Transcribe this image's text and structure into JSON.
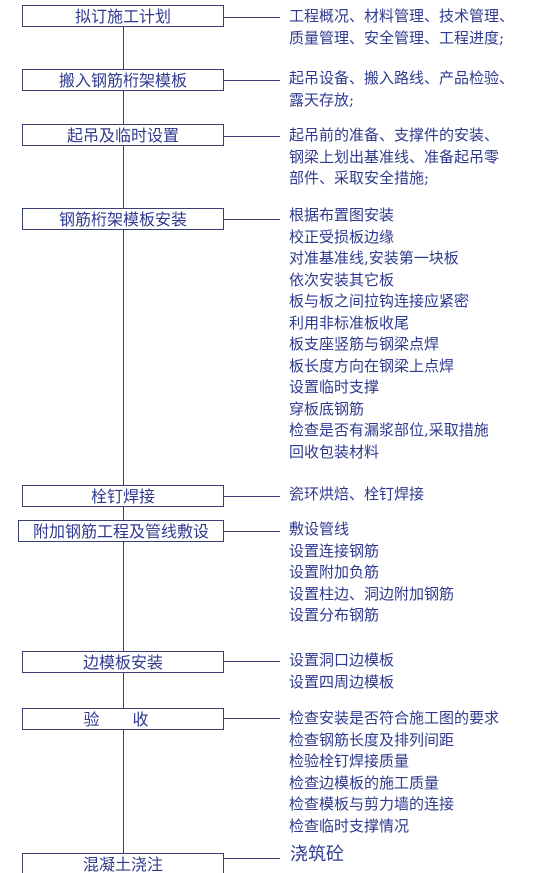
{
  "steps": [
    {
      "title": "拟订施工计划",
      "notes": [
        "工程概况、材料管理、技术管理、",
        "质量管理、安全管理、工程进度;"
      ]
    },
    {
      "title": "搬入钢筋桁架模板",
      "notes": [
        "起吊设备、搬入路线、产品检验、",
        "露天存放;"
      ]
    },
    {
      "title": "起吊及临时设置",
      "notes": [
        "起吊前的准备、支撑件的安装、",
        "钢梁上划出基准线、准备起吊零",
        "部件、采取安全措施;"
      ]
    },
    {
      "title": "钢筋桁架模板安装",
      "notes": [
        "根据布置图安装",
        "校正受损板边缘",
        "对准基准线,安装第一块板",
        "依次安装其它板",
        "板与板之间拉钩连接应紧密",
        "利用非标准板收尾",
        "板支座竖筋与钢梁点焊",
        "板长度方向在钢梁上点焊",
        "设置临时支撑",
        "穿板底钢筋",
        "检查是否有漏浆部位,采取措施",
        "回收包装材料"
      ]
    },
    {
      "title": "栓钉焊接",
      "notes": [
        "瓷环烘焙、栓钉焊接"
      ]
    },
    {
      "title": "附加钢筋工程及管线敷设",
      "notes": [
        "敷设管线",
        "设置连接钢筋",
        "设置附加负筋",
        "设置柱边、洞边附加钢筋",
        "设置分布钢筋"
      ]
    },
    {
      "title": "边模板安装",
      "notes": [
        "设置洞口边模板",
        "设置四周边模板"
      ]
    },
    {
      "title": "验 收",
      "notes": [
        "检查安装是否符合施工图的要求",
        "检查钢筋长度及排列间距",
        "检验栓钉焊接质量",
        "检查边模板的施工质量",
        "检查模板与剪力墙的连接",
        "检查临时支撑情况"
      ]
    },
    {
      "title": "混凝土浇注",
      "notes": [
        "浇筑砼"
      ]
    }
  ]
}
